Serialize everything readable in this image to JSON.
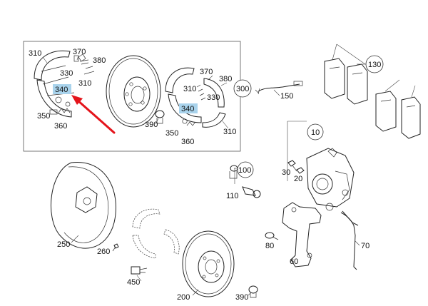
{
  "diagram": {
    "callouts": {
      "c310a": "310",
      "c370a": "370",
      "c380a": "380",
      "c330a": "330",
      "c310b": "310",
      "c340a": "340",
      "c350a": "350",
      "c360a": "360",
      "c370b": "370",
      "c380b": "380",
      "c310c": "310",
      "c330b": "330",
      "c340b": "340",
      "c300": "300",
      "c390a": "390",
      "c350b": "350",
      "c360b": "360",
      "c310d": "310",
      "c150": "150",
      "c130": "130",
      "c10": "10",
      "c30": "30",
      "c20": "20",
      "c100": "100",
      "c110": "110",
      "c250": "250",
      "c260": "260",
      "c80": "80",
      "c60": "60",
      "c70": "70",
      "c450": "450",
      "c200": "200",
      "c390b": "390"
    },
    "highlight_color": "#a9d3ec",
    "arrow_color": "#e4141b"
  }
}
